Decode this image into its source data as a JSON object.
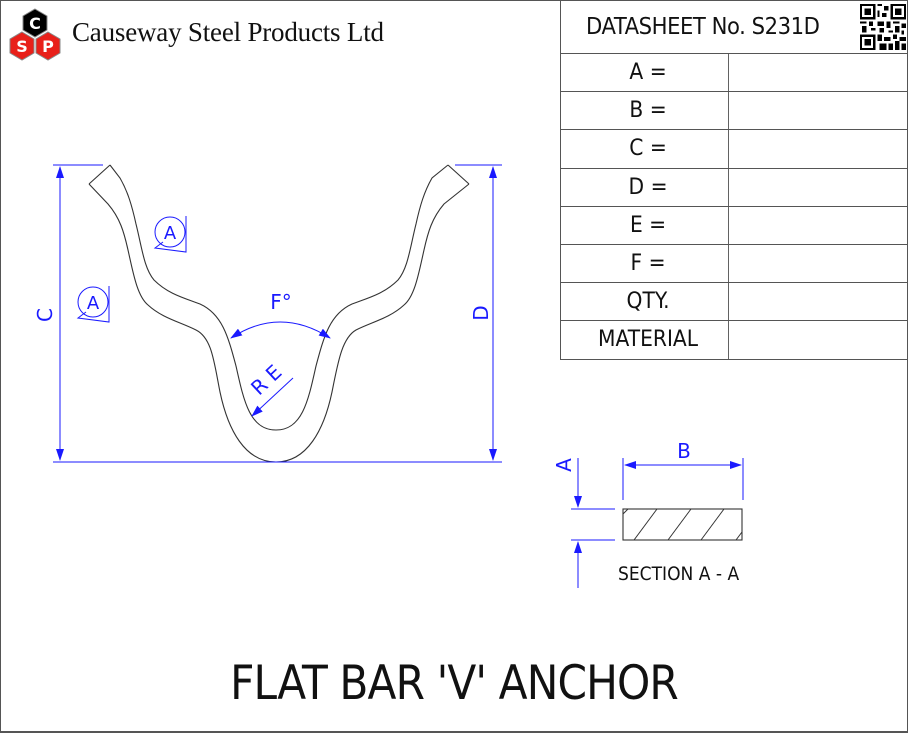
{
  "header": {
    "company_name": "Causeway Steel Products Ltd",
    "logo": {
      "letters": [
        "C",
        "S",
        "P"
      ],
      "colors": {
        "top": "#000000",
        "bottom": "#e8201a",
        "text": "#ffffff"
      }
    },
    "datasheet_title": "DATASHEET No. S231D",
    "qr_icon": "qr-code-icon"
  },
  "spec_table": {
    "rows": [
      {
        "label": "A =",
        "value": ""
      },
      {
        "label": "B =",
        "value": ""
      },
      {
        "label": "C =",
        "value": ""
      },
      {
        "label": "D =",
        "value": ""
      },
      {
        "label": "E =",
        "value": ""
      },
      {
        "label": "F =",
        "value": ""
      },
      {
        "label": "QTY.",
        "value": ""
      },
      {
        "label": "MATERIAL",
        "value": ""
      }
    ]
  },
  "drawing": {
    "dimension_color": "#1a1aff",
    "outline_color": "#333333",
    "labels": {
      "height_left": "C",
      "height_right": "D",
      "angle": "F°",
      "radius": "R E",
      "section_marker": "A"
    }
  },
  "section": {
    "label": "SECTION A - A",
    "width_label": "B",
    "thickness_label": "A"
  },
  "title": "FLAT BAR 'V' ANCHOR"
}
